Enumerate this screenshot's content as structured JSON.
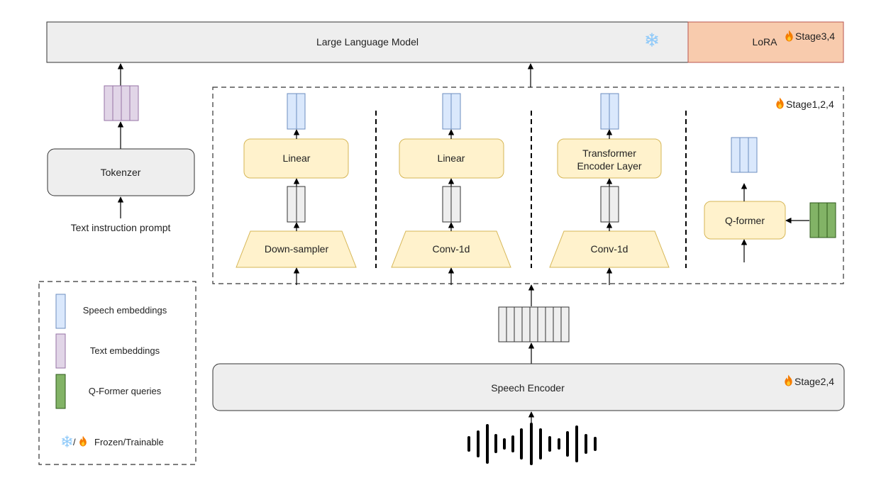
{
  "llm": {
    "label": "Large Language Model",
    "frozen_icon": "snowflake-icon"
  },
  "lora": {
    "label": "LoRA",
    "stage": "Stage3,4",
    "trainable_icon": "flame-icon"
  },
  "tokenizer": {
    "label": "Tokenzer",
    "input_label": "Text instruction prompt"
  },
  "projector": {
    "stage": "Stage1,2,4",
    "variants": [
      {
        "top_label": "Linear",
        "bottom_label": "Down-sampler"
      },
      {
        "top_label": "Linear",
        "bottom_label": "Conv-1d"
      },
      {
        "top_label_line1": "Transformer",
        "top_label_line2": "Encoder Layer",
        "bottom_label": "Conv-1d"
      },
      {
        "top_label": "Q-former"
      }
    ]
  },
  "speech_encoder": {
    "label": "Speech Encoder",
    "stage": "Stage2,4"
  },
  "legend": {
    "items": [
      {
        "label": "Speech embeddings",
        "color": "#dae8fc"
      },
      {
        "label": "Text embeddings",
        "color": "#e1d5e7"
      },
      {
        "label": "Q-Former queries",
        "color": "#82b366"
      }
    ],
    "frozen_trainable_label": "Frozen/Trainable",
    "separator": "/"
  },
  "colors": {
    "speech": "#dae8fc",
    "speech_stroke": "#6c8ebf",
    "text": "#e1d5e7",
    "text_stroke": "#9673a6",
    "query": "#82b366",
    "query_stroke": "#2d5a1b",
    "module": "#fff2cc",
    "module_stroke": "#d6b656",
    "lora": "#f8cbad",
    "lora_stroke": "#b85450",
    "gray": "#eeeeee"
  }
}
